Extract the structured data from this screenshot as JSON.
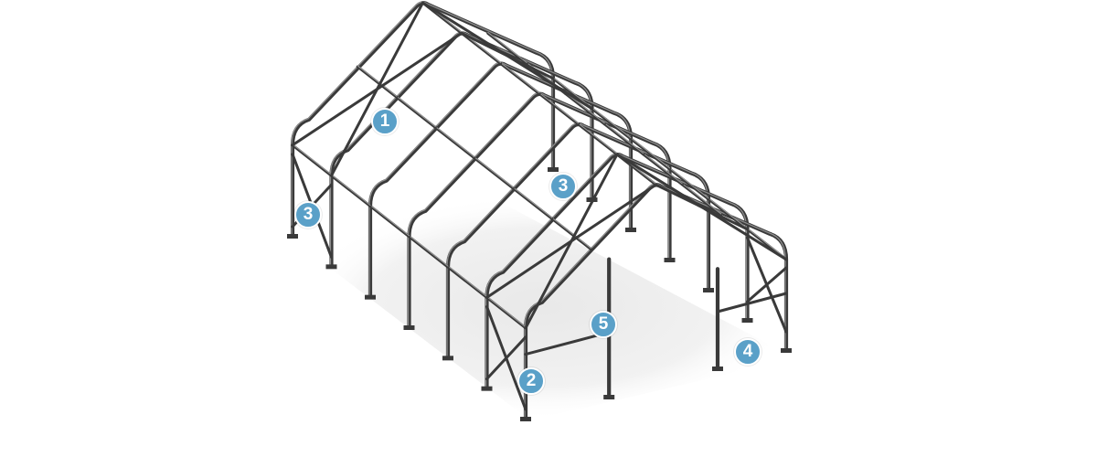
{
  "diagram": {
    "callouts": [
      {
        "id": "roof-truss",
        "label": "1"
      },
      {
        "id": "side-brace",
        "label": "2"
      },
      {
        "id": "wind-brace",
        "label": "3"
      },
      {
        "id": "ridge-brace",
        "label": "3"
      },
      {
        "id": "end-wall",
        "label": "4"
      },
      {
        "id": "end-beam",
        "label": "5"
      }
    ],
    "colors": {
      "callout_fill": "#5aa0c8",
      "frame_stroke": "#3a3a3a",
      "floor_shadow": "#ededed"
    }
  }
}
